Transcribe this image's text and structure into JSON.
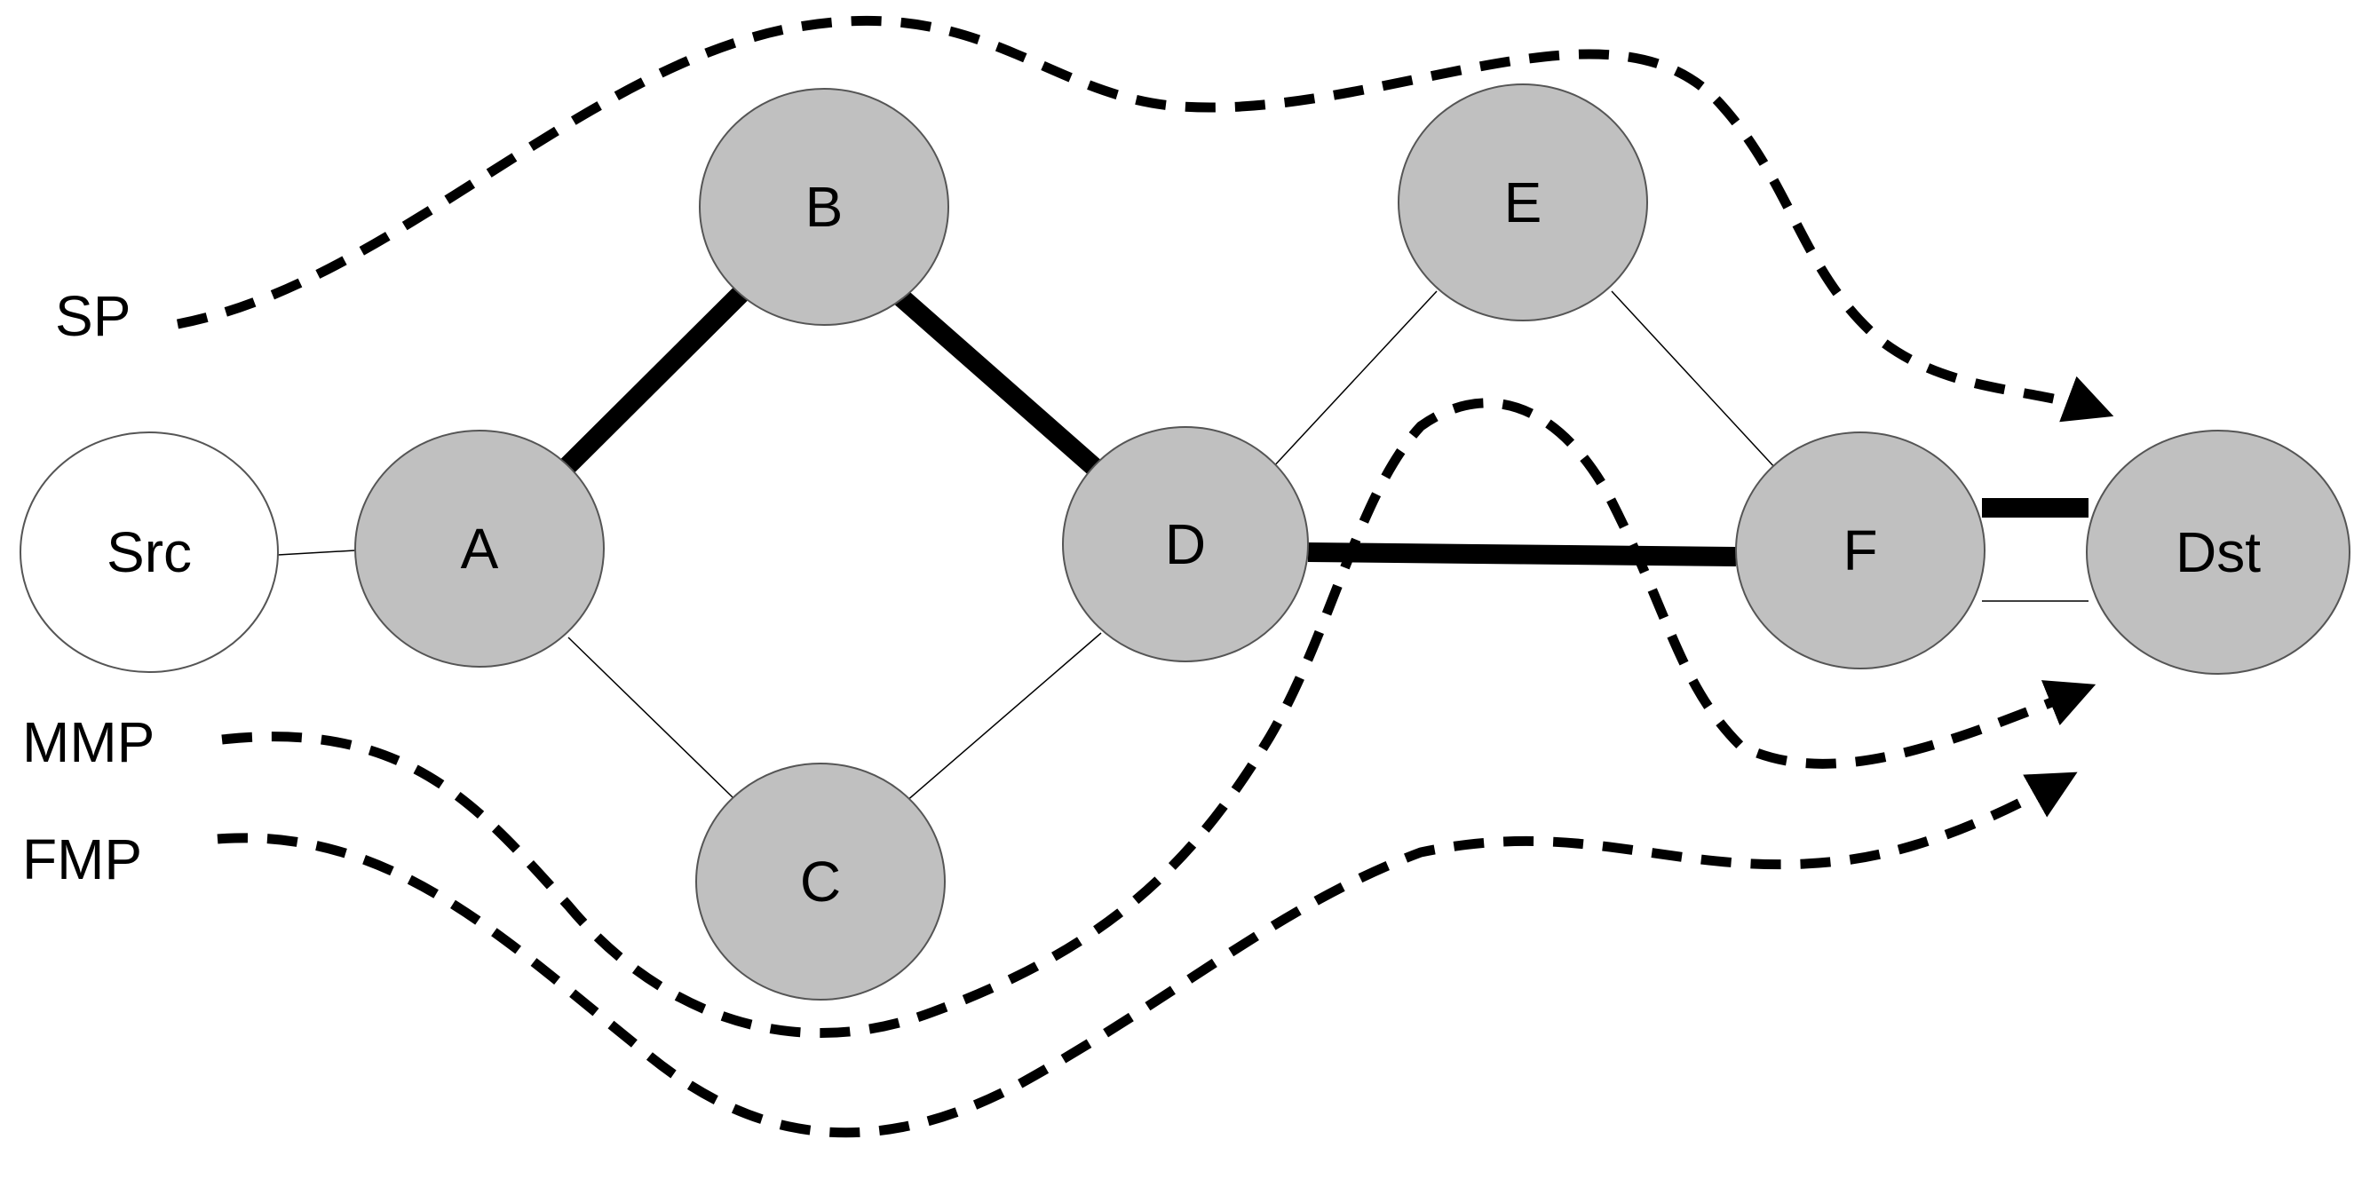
{
  "colors": {
    "node_fill": "#c0c0c0",
    "node_fill_source": "#ffffff",
    "node_stroke": "#555555",
    "edge_stroke": "#000000"
  },
  "nodes": [
    {
      "id": "Src",
      "label": "Src",
      "style": "source"
    },
    {
      "id": "A",
      "label": "A",
      "style": "default"
    },
    {
      "id": "B",
      "label": "B",
      "style": "default"
    },
    {
      "id": "C",
      "label": "C",
      "style": "default"
    },
    {
      "id": "D",
      "label": "D",
      "style": "default"
    },
    {
      "id": "E",
      "label": "E",
      "style": "default"
    },
    {
      "id": "F",
      "label": "F",
      "style": "default"
    },
    {
      "id": "Dst",
      "label": "Dst",
      "style": "default"
    }
  ],
  "edges": [
    {
      "from": "Src",
      "to": "A",
      "weight": "thin"
    },
    {
      "from": "A",
      "to": "B",
      "weight": "thick"
    },
    {
      "from": "B",
      "to": "D",
      "weight": "thick"
    },
    {
      "from": "A",
      "to": "C",
      "weight": "thin"
    },
    {
      "from": "C",
      "to": "D",
      "weight": "thin"
    },
    {
      "from": "D",
      "to": "E",
      "weight": "thin"
    },
    {
      "from": "E",
      "to": "F",
      "weight": "thin"
    },
    {
      "from": "D",
      "to": "F",
      "weight": "thick"
    },
    {
      "from": "F",
      "to": "Dst",
      "weight": "thick"
    },
    {
      "from": "F",
      "to": "Dst",
      "weight": "thin"
    }
  ],
  "paths": [
    {
      "id": "sp",
      "label": "SP"
    },
    {
      "id": "mmp",
      "label": "MMP"
    },
    {
      "id": "fmp",
      "label": "FMP"
    }
  ]
}
